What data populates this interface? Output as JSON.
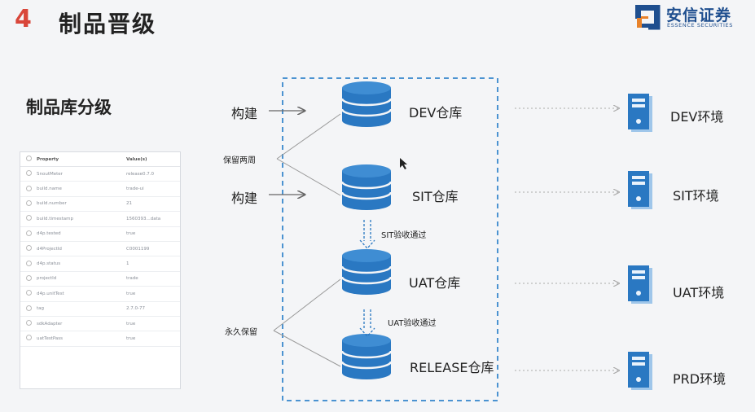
{
  "slide": {
    "number": "4",
    "title": "制品晋级"
  },
  "logo": {
    "name": "安信证券",
    "subtitle": "ESSENCE SECURITIES",
    "colors": {
      "blue": "#1f4f8f",
      "orange": "#e8822a"
    }
  },
  "section_label": "制品库分级",
  "property_table": {
    "headers": [
      "Property",
      "Value(s)"
    ],
    "rows": [
      [
        "SnoutMeter",
        "release0.7.0"
      ],
      [
        "build.name",
        "trade-ui"
      ],
      [
        "build.number",
        "21"
      ],
      [
        "build.timestamp",
        "1560393...data"
      ],
      [
        "d4p.tested",
        "true"
      ],
      [
        "d4ProjectId",
        "C0001199"
      ],
      [
        "d4p.status",
        "1"
      ],
      [
        "projectId",
        "trade"
      ],
      [
        "d4p.unitTest",
        "true"
      ],
      [
        "tag",
        "2.7.0-77"
      ],
      [
        "sdkAdapter",
        "true"
      ],
      [
        "uatTestPass",
        "true"
      ]
    ]
  },
  "left_labels": {
    "build1": "构建",
    "build2": "构建",
    "keep_two_weeks": "保留两周",
    "keep_forever": "永久保留"
  },
  "repos": [
    {
      "id": "dev",
      "label": "DEV仓库"
    },
    {
      "id": "sit",
      "label": "SIT仓库"
    },
    {
      "id": "uat",
      "label": "UAT仓库"
    },
    {
      "id": "release",
      "label": "RELEASE仓库"
    }
  ],
  "promotions": [
    {
      "label": "SIT验收通过"
    },
    {
      "label": "UAT验收通过"
    }
  ],
  "envs": [
    {
      "id": "dev",
      "label": "DEV环境"
    },
    {
      "id": "sit",
      "label": "SIT环境"
    },
    {
      "id": "uat",
      "label": "UAT环境"
    },
    {
      "id": "prd",
      "label": "PRD环境"
    }
  ],
  "colors": {
    "accent_blue": "#2a78c2",
    "dashed_border": "#4b93d1",
    "title_red": "#d9463a"
  }
}
